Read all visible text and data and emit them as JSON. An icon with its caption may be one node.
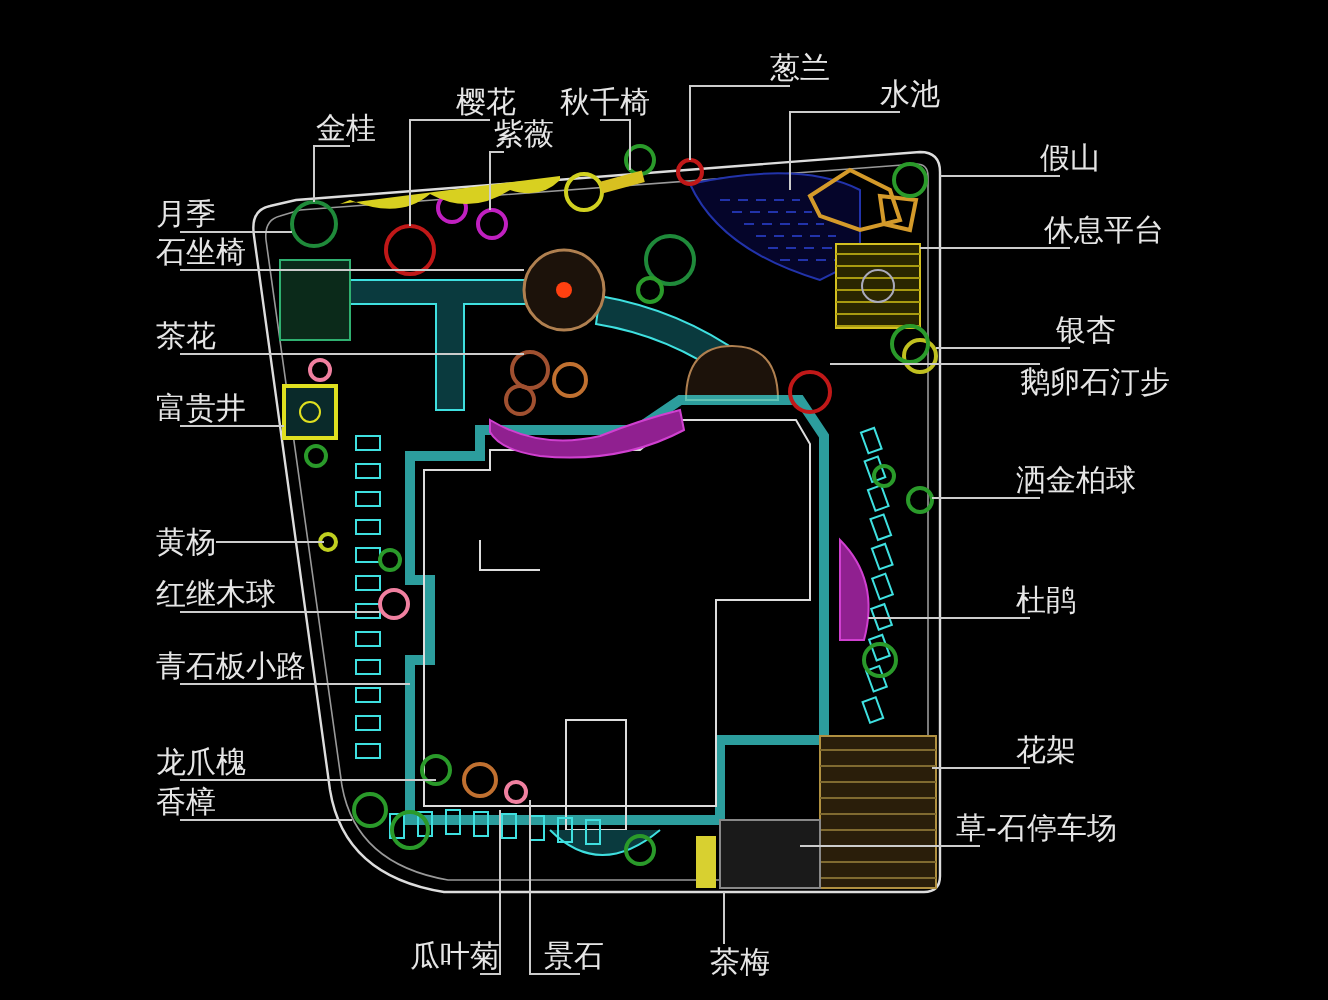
{
  "diagram": {
    "nodes": [
      {
        "text": [
          "樱花"
        ]
      },
      {
        "text": [
          "秋千椅"
        ]
      },
      {
        "text": [
          "葱兰"
        ]
      },
      {
        "text": [
          "水池"
        ]
      },
      {
        "text": [
          "金桂"
        ]
      },
      {
        "text": [
          "紫薇"
        ]
      },
      {
        "text": [
          "假山"
        ]
      },
      {
        "text": [
          "月季"
        ]
      },
      {
        "text": [
          "石坐椅"
        ]
      },
      {
        "text": [
          "休息平台"
        ]
      },
      {
        "text": [
          "茶花"
        ]
      },
      {
        "text": [
          "银杏"
        ]
      },
      {
        "text": [
          "鹅卵石汀步"
        ]
      },
      {
        "text": [
          "富贵井"
        ]
      },
      {
        "text": [
          "洒金柏球"
        ]
      },
      {
        "text": [
          "黄杨"
        ]
      },
      {
        "text": [
          "红继木球"
        ]
      },
      {
        "text": [
          "杜鹃"
        ]
      },
      {
        "text": [
          "青石板小路"
        ]
      },
      {
        "text": [
          "龙爪槐"
        ]
      },
      {
        "text": [
          "花架"
        ]
      },
      {
        "text": [
          "香樟"
        ]
      },
      {
        "text": [
          "草-石停车场"
        ]
      },
      {
        "text": [
          "瓜叶菊"
        ]
      },
      {
        "text": [
          "景石"
        ]
      },
      {
        "text": [
          "茶梅"
        ]
      }
    ],
    "edges": [
      {
        "from": 0,
        "to": null,
        "arrow": "none"
      },
      {
        "from": 1,
        "to": null,
        "arrow": "none"
      },
      {
        "from": 2,
        "to": null,
        "arrow": "none"
      },
      {
        "from": 3,
        "to": null,
        "arrow": "none"
      },
      {
        "from": 4,
        "to": null,
        "arrow": "none"
      },
      {
        "from": 5,
        "to": null,
        "arrow": "none"
      },
      {
        "from": 6,
        "to": null,
        "arrow": "none"
      },
      {
        "from": 7,
        "to": null,
        "arrow": "none"
      },
      {
        "from": 8,
        "to": null,
        "arrow": "none"
      },
      {
        "from": 9,
        "to": null,
        "arrow": "none"
      },
      {
        "from": 10,
        "to": null,
        "arrow": "none"
      },
      {
        "from": 11,
        "to": null,
        "arrow": "none"
      },
      {
        "from": 12,
        "to": null,
        "arrow": "none"
      },
      {
        "from": 13,
        "to": null,
        "arrow": "none"
      },
      {
        "from": 14,
        "to": null,
        "arrow": "none"
      },
      {
        "from": 15,
        "to": null,
        "arrow": "none"
      },
      {
        "from": 16,
        "to": null,
        "arrow": "none"
      },
      {
        "from": 17,
        "to": null,
        "arrow": "none"
      },
      {
        "from": 18,
        "to": null,
        "arrow": "none"
      },
      {
        "from": 19,
        "to": null,
        "arrow": "none"
      },
      {
        "from": 20,
        "to": null,
        "arrow": "none"
      },
      {
        "from": 21,
        "to": null,
        "arrow": "none"
      },
      {
        "from": 22,
        "to": null,
        "arrow": "none"
      },
      {
        "from": 23,
        "to": null,
        "arrow": "none"
      },
      {
        "from": 24,
        "to": null,
        "arrow": "none"
      },
      {
        "from": 25,
        "to": null,
        "arrow": "none"
      }
    ]
  }
}
